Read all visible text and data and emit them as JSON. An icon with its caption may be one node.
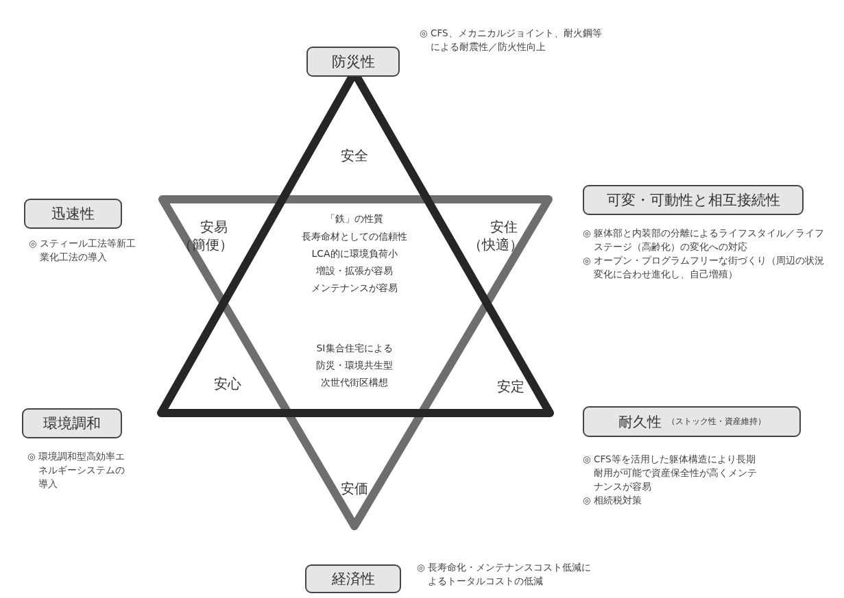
{
  "diagram": {
    "nodes": [
      {
        "text": [
          "防災性"
        ],
        "beside": [
          "◎ CFS、メカニカルジョイント、耐火鋼等による耐震性／防火性向上"
        ]
      },
      {
        "text": [
          "迅速性"
        ],
        "beside": [
          "◎ スティール工法等新工業化工法の導入"
        ]
      },
      {
        "text": [
          "可変・可動性と相互接続性"
        ],
        "beside": [
          "◎ 躯体部と内装部の分離によるライフスタイル／ライフステージ（高齢化）の変化への対応",
          "◎ オープン・プログラムフリーな街づくり（周辺の状況変化に合わせ進化し、自己増殖）"
        ]
      },
      {
        "text": [
          "環境調和"
        ],
        "beside": [
          "◎ 環境調和型高効率エネルギーシステムの導入"
        ]
      },
      {
        "text": [
          "耐久性",
          "（ストック性・資産維持）"
        ],
        "beside": [
          "◎ CFS等を活用した躯体構造により長期耐用が可能で資産保全性が高くメンテナンスが容易",
          "◎ 相続税対策"
        ]
      },
      {
        "text": [
          "経済性"
        ],
        "beside": [
          "◎ 長寿命化・メンテナンスコスト低減によるトータルコストの低減"
        ]
      }
    ],
    "labels": [
      "安全",
      "安易（簡便）",
      "安住（快適）",
      "「鉄」の性質",
      "長寿命材としての信頼性",
      "LCA的に環境負荷小",
      "増設・拡張が容易",
      "メンテナンスが容易",
      "SI集合住宅による",
      "防災・環境共生型",
      "次世代街区構想",
      "安心",
      "安定",
      "安価"
    ]
  }
}
